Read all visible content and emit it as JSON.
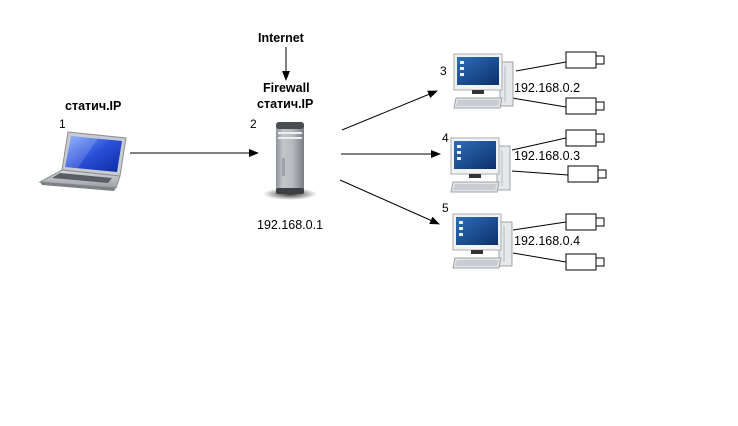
{
  "diagram": {
    "internet_label": "Internet",
    "nodes": [
      {
        "id": 1,
        "number": "1",
        "type": "laptop",
        "top_label": "статич.IP",
        "ip": ""
      },
      {
        "id": 2,
        "number": "2",
        "type": "server",
        "top_label_line1": "Firewall",
        "top_label_line2": "статич.IP",
        "ip": "192.168.0.1"
      },
      {
        "id": 3,
        "number": "3",
        "type": "desktop",
        "ip": "192.168.0.2",
        "cameras": 2
      },
      {
        "id": 4,
        "number": "4",
        "type": "desktop",
        "ip": "192.168.0.3",
        "cameras": 2
      },
      {
        "id": 5,
        "number": "5",
        "type": "desktop",
        "ip": "192.168.0.4",
        "cameras": 2
      }
    ],
    "edges": [
      {
        "from": "Internet",
        "to": "2",
        "arrow": true
      },
      {
        "from": "1",
        "to": "2",
        "arrow": true
      },
      {
        "from": "2",
        "to": "3",
        "arrow": true
      },
      {
        "from": "2",
        "to": "4",
        "arrow": true
      },
      {
        "from": "2",
        "to": "5",
        "arrow": true
      },
      {
        "from": "3",
        "to": "camera",
        "arrow": false
      },
      {
        "from": "4",
        "to": "camera",
        "arrow": false
      },
      {
        "from": "5",
        "to": "camera",
        "arrow": false
      }
    ]
  }
}
